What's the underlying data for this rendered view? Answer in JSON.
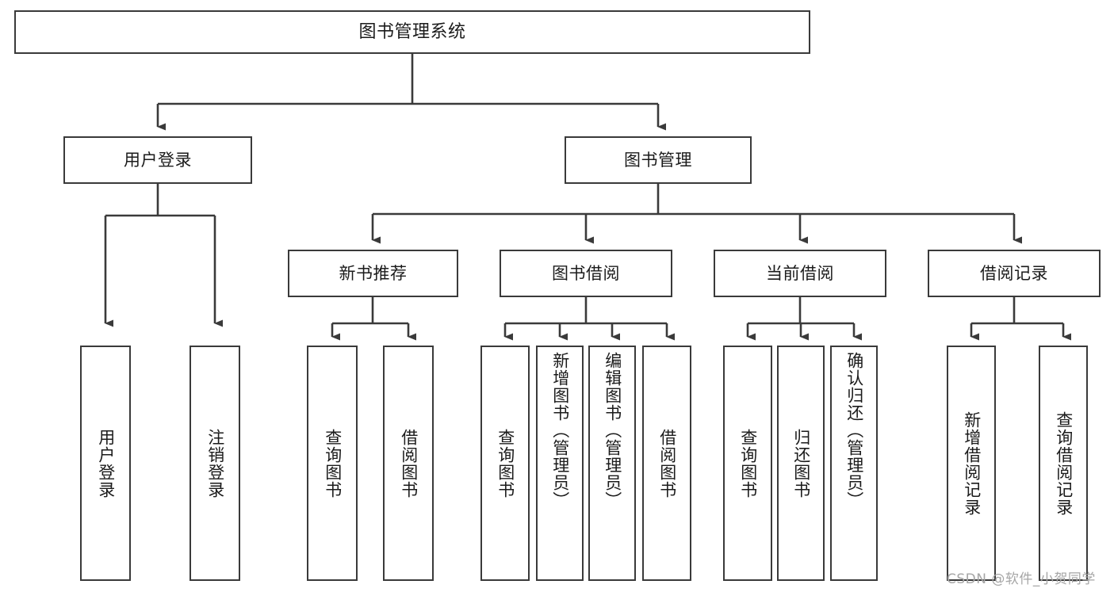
{
  "diagram": {
    "title": "图书管理系统",
    "type": "hierarchy-tree",
    "colors": {
      "box_border": "#3a3a3a",
      "box_fill": "#ffffff",
      "connector": "#3a3a3a",
      "text": "#1b1b1b",
      "watermark": "#a6a6a6"
    },
    "levels": {
      "root": {
        "label": "图书管理系统"
      },
      "level2": [
        {
          "id": "user-login",
          "label": "用户登录"
        },
        {
          "id": "book-manage",
          "label": "图书管理"
        }
      ],
      "level3": [
        {
          "id": "new-book-recommend",
          "label": "新书推荐",
          "parent": "book-manage"
        },
        {
          "id": "book-borrow",
          "label": "图书借阅",
          "parent": "book-manage"
        },
        {
          "id": "current-borrow",
          "label": "当前借阅",
          "parent": "book-manage"
        },
        {
          "id": "borrow-record",
          "label": "借阅记录",
          "parent": "book-manage"
        }
      ],
      "leaves": {
        "user-login": [
          {
            "id": "leaf-user-login",
            "label": "用户登录"
          },
          {
            "id": "leaf-user-logout",
            "label": "注销登录"
          }
        ],
        "new-book-recommend": [
          {
            "id": "leaf-query-book-1",
            "label": "查询图书"
          },
          {
            "id": "leaf-borrow-book-1",
            "label": "借阅图书"
          }
        ],
        "book-borrow": [
          {
            "id": "leaf-query-book-2",
            "label": "查询图书"
          },
          {
            "id": "leaf-add-book-admin",
            "label": "新增图书（管理员）"
          },
          {
            "id": "leaf-edit-book-admin",
            "label": "编辑图书（管理员）"
          },
          {
            "id": "leaf-borrow-book-2",
            "label": "借阅图书"
          }
        ],
        "current-borrow": [
          {
            "id": "leaf-query-book-3",
            "label": "查询图书"
          },
          {
            "id": "leaf-return-book",
            "label": "归还图书"
          },
          {
            "id": "leaf-confirm-return-admin",
            "label": "确认归还（管理员）"
          }
        ],
        "borrow-record": [
          {
            "id": "leaf-add-borrow-record",
            "label": "新增借阅记录"
          },
          {
            "id": "leaf-query-borrow-record",
            "label": "查询借阅记录"
          }
        ]
      }
    }
  },
  "watermark": {
    "text": "CSDN @软件_小贺同学"
  }
}
